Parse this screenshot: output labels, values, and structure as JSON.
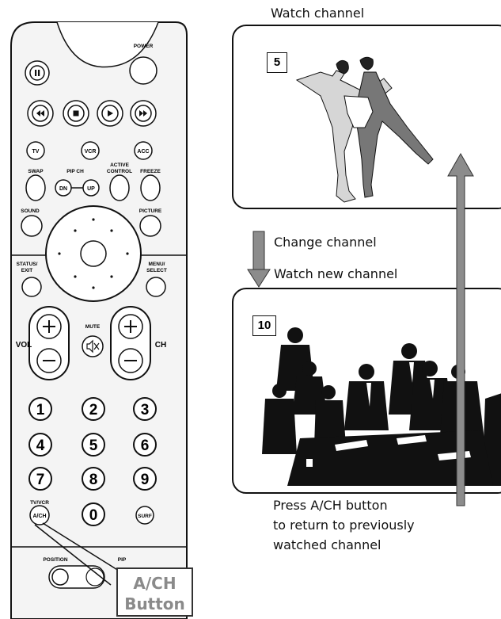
{
  "remote": {
    "power": "POWER",
    "tv": "TV",
    "vcr": "VCR",
    "acc": "ACC",
    "swap": "SWAP",
    "pip_ch": "PIP CH",
    "active_control": [
      "ACTIVE",
      "CONTROL"
    ],
    "freeze": "FREEZE",
    "dn": "DN",
    "up": "UP",
    "sound": "SOUND",
    "picture": "PICTURE",
    "status_exit": [
      "STATUS/",
      "EXIT"
    ],
    "menu_select": [
      "MENU/",
      "SELECT"
    ],
    "mute": "MUTE",
    "vol": "VOL",
    "ch": "CH",
    "digits": [
      "1",
      "2",
      "3",
      "4",
      "5",
      "6",
      "7",
      "8",
      "9",
      "0"
    ],
    "tv_vcr": "TV/VCR",
    "a_ch": "A/CH",
    "surf": "SURF",
    "position": "POSITION",
    "pip": "PIP",
    "icons": [
      "pause-icon",
      "rewind-icon",
      "stop-icon",
      "play-icon",
      "fast-forward-icon",
      "mute-icon",
      "plus-icon",
      "minus-icon"
    ]
  },
  "callout": {
    "line1": "A/CH",
    "line2": "Button"
  },
  "diagram": {
    "watch_channel": "Watch channel",
    "channel_1": "5",
    "change_channel": "Change channel",
    "watch_new_channel": "Watch new channel",
    "channel_2": "10",
    "instruction": [
      "Press A/CH button",
      "to return to previously",
      "watched channel"
    ],
    "arrow_color": "#8c8c8c"
  }
}
